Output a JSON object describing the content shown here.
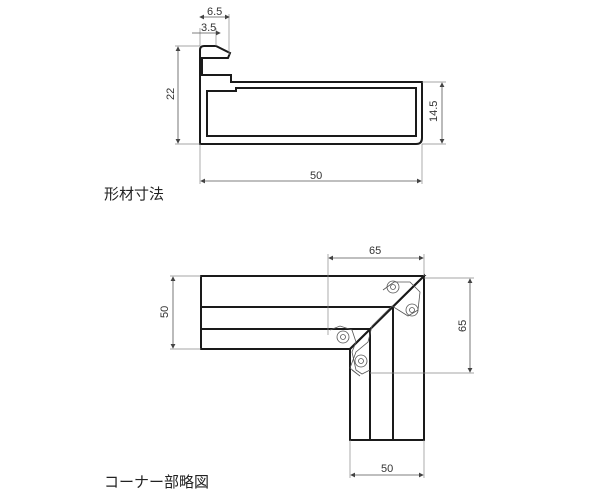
{
  "profile_section": {
    "caption": "形材寸法",
    "dimensions": {
      "top_outer": "6.5",
      "top_inner": "3.5",
      "left_height": "22",
      "right_height": "14.5",
      "bottom_width": "50"
    }
  },
  "corner_section": {
    "caption": "コーナー部略図",
    "dimensions": {
      "top_width": "65",
      "right_height": "65",
      "left_height": "50",
      "bottom_width": "50"
    }
  }
}
